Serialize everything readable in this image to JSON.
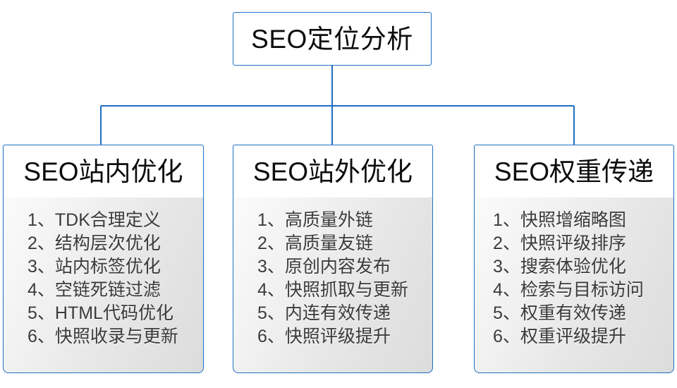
{
  "diagram": {
    "type": "org-tree",
    "title": "SEO定位分析",
    "accent_color": "#1f6fc4",
    "root": {
      "label": "SEO定位分析"
    },
    "branches": [
      {
        "id": "seo-onsite",
        "header": "SEO站内优化",
        "items": [
          "1、TDK合理定义",
          "2、结构层次优化",
          "3、站内标签优化",
          "4、空链死链过滤",
          "5、HTML代码优化",
          "6、快照收录与更新"
        ]
      },
      {
        "id": "seo-offsite",
        "header": "SEO站外优化",
        "items": [
          "1、高质量外链",
          "2、高质量友链",
          "3、原创内容发布",
          "4、快照抓取与更新",
          "5、内连有效传递",
          "6、快照评级提升"
        ]
      },
      {
        "id": "seo-weight",
        "header": "SEO权重传递",
        "items": [
          "1、快照增缩略图",
          "2、快照评级排序",
          "3、搜索体验优化",
          "4、检索与目标访问",
          "5、权重有效传递",
          "6、权重评级提升"
        ]
      }
    ]
  }
}
